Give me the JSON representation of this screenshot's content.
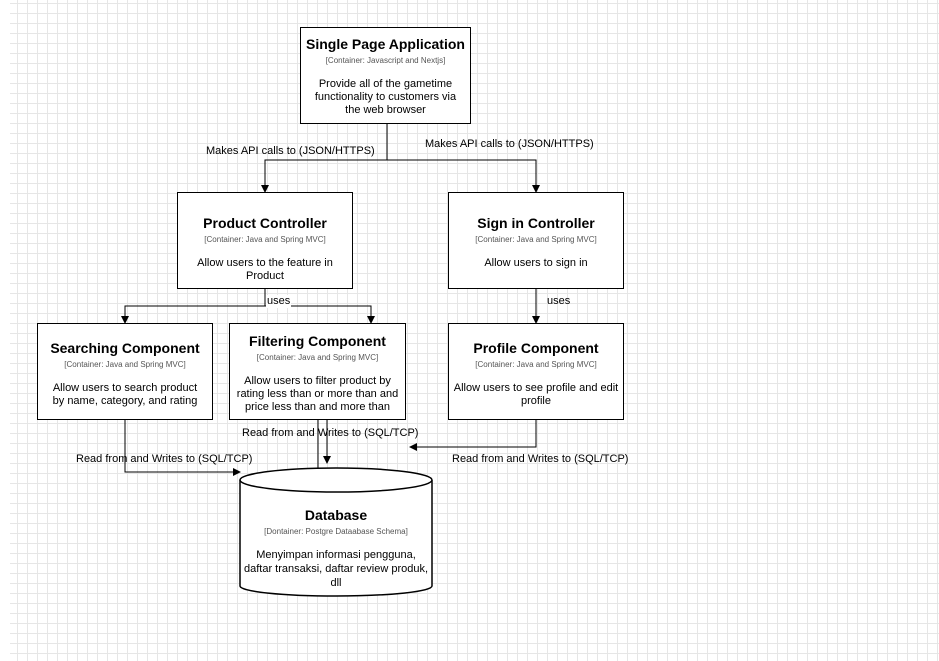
{
  "spa": {
    "title": "Single Page Application",
    "tech": "[Container: Javascript and Nextjs]",
    "desc": "Provide all of the gametime functionality to customers via the web browser"
  },
  "product_controller": {
    "title": "Product Controller",
    "tech": "[Container: Java and Spring MVC]",
    "desc": "Allow users to the feature in Product"
  },
  "signin_controller": {
    "title": "Sign in Controller",
    "tech": "[Container: Java and Spring MVC]",
    "desc": "Allow users to sign in"
  },
  "searching_component": {
    "title": "Searching Component",
    "tech": "[Container: Java and Spring MVC]",
    "desc": "Allow users to search product by name, category, and rating"
  },
  "filtering_component": {
    "title": "Filtering Component",
    "tech": "[Container: Java and Spring MVC]",
    "desc": "Allow users to filter product by rating less than or more than and price less than and more than"
  },
  "profile_component": {
    "title": "Profile Component",
    "tech": "[Container: Java and Spring MVC]",
    "desc": "Allow users to see profile and edit profile"
  },
  "database": {
    "title": "Database",
    "tech": "[Dontainer: Postgre Dataabase Schema]",
    "desc": "Menyimpan informasi pengguna, daftar transaksi, daftar review produk, dll"
  },
  "edges": {
    "spa_to_product": "Makes API calls to (JSON/HTTPS)",
    "spa_to_signin": "Makes API calls to (JSON/HTTPS)",
    "product_uses": "uses",
    "signin_uses": "uses",
    "searching_db": "Read from and Writes to (SQL/TCP)",
    "filtering_db": "Read from and Writes to (SQL/TCP)",
    "profile_db": "Read from and Writes to (SQL/TCP)"
  }
}
